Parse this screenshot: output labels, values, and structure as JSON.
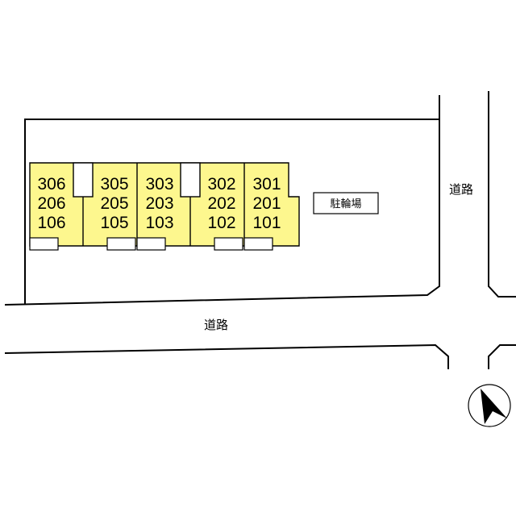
{
  "roads": {
    "bottom_label": "道路",
    "right_label": "道路"
  },
  "bicycle_parking": {
    "label": "駐輪場"
  },
  "units": [
    {
      "top": "306",
      "middle": "206",
      "bottom": "106"
    },
    {
      "top": "305",
      "middle": "205",
      "bottom": "105"
    },
    {
      "top": "303",
      "middle": "203",
      "bottom": "103"
    },
    {
      "top": "302",
      "middle": "202",
      "bottom": "102"
    },
    {
      "top": "301",
      "middle": "201",
      "bottom": "101"
    }
  ],
  "compass": {
    "icon": "north-arrow-icon"
  }
}
